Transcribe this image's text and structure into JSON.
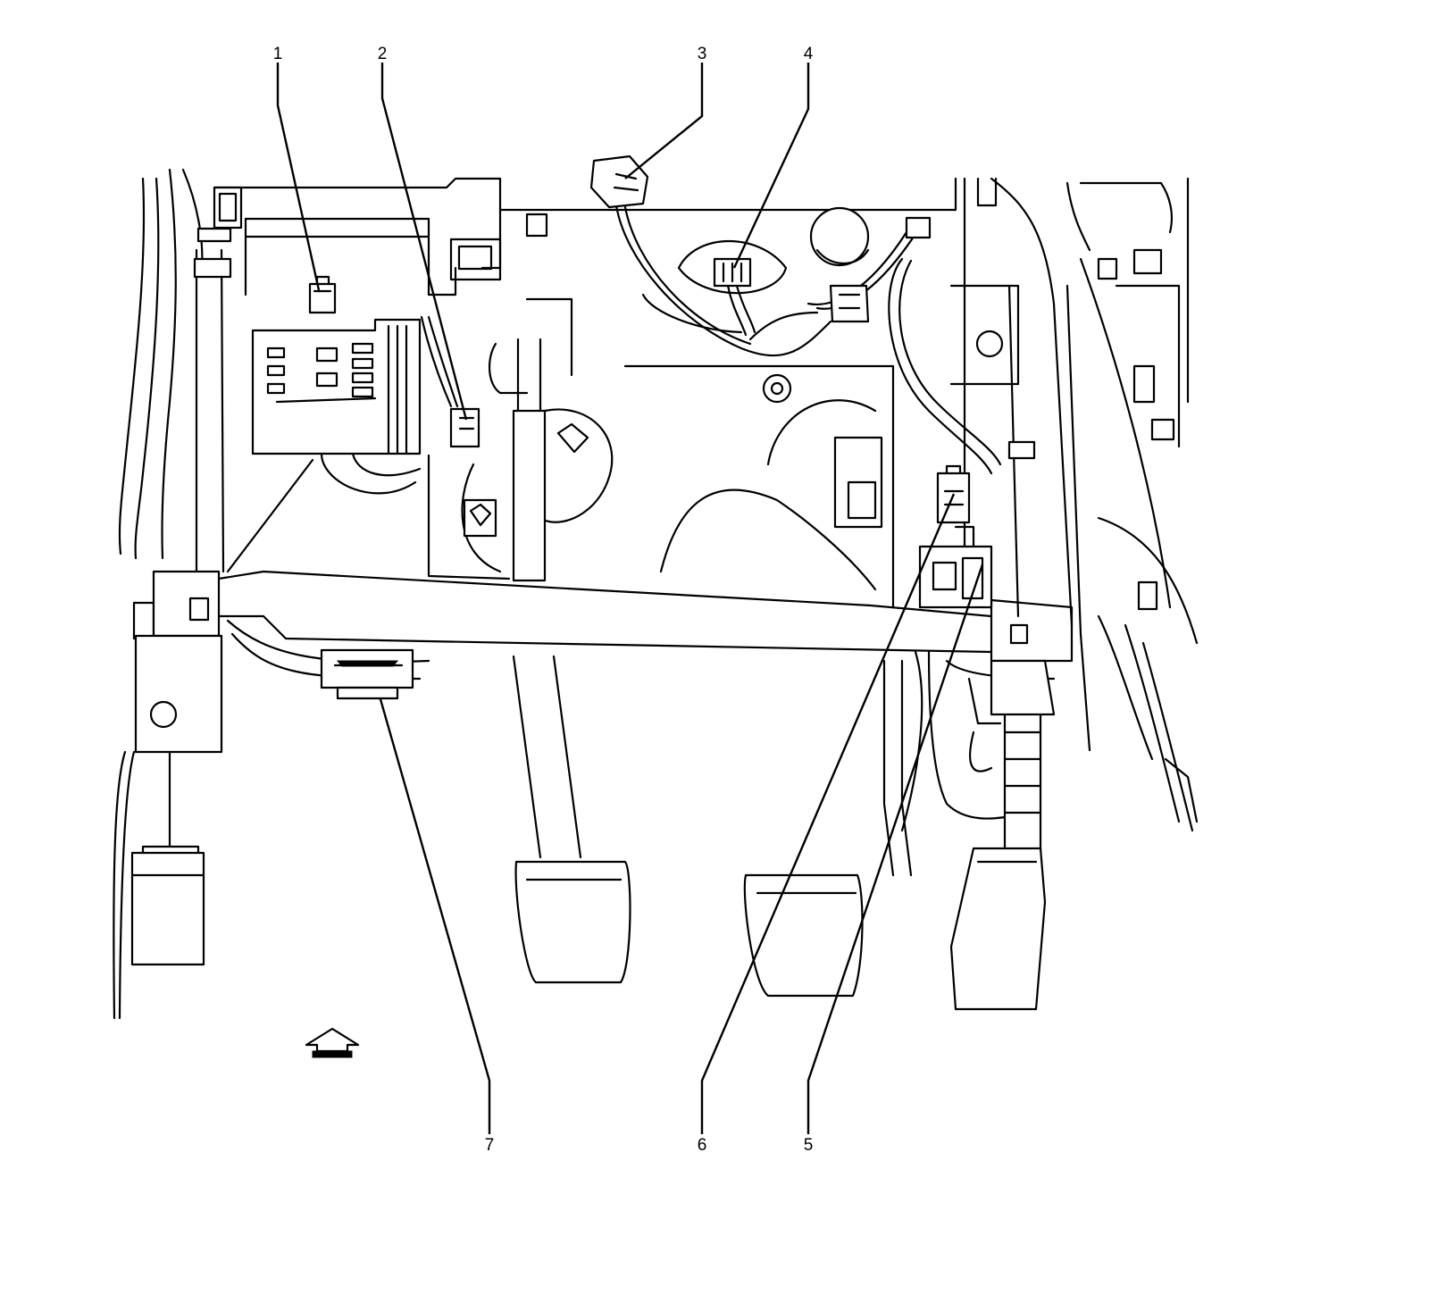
{
  "diagram": {
    "callouts": [
      {
        "id": "1",
        "label": "1"
      },
      {
        "id": "2",
        "label": "2"
      },
      {
        "id": "3",
        "label": "3"
      },
      {
        "id": "4",
        "label": "4"
      },
      {
        "id": "5",
        "label": "5"
      },
      {
        "id": "6",
        "label": "6"
      },
      {
        "id": "7",
        "label": "7"
      }
    ],
    "icons": [
      "vehicle-front-arrow-icon"
    ]
  }
}
